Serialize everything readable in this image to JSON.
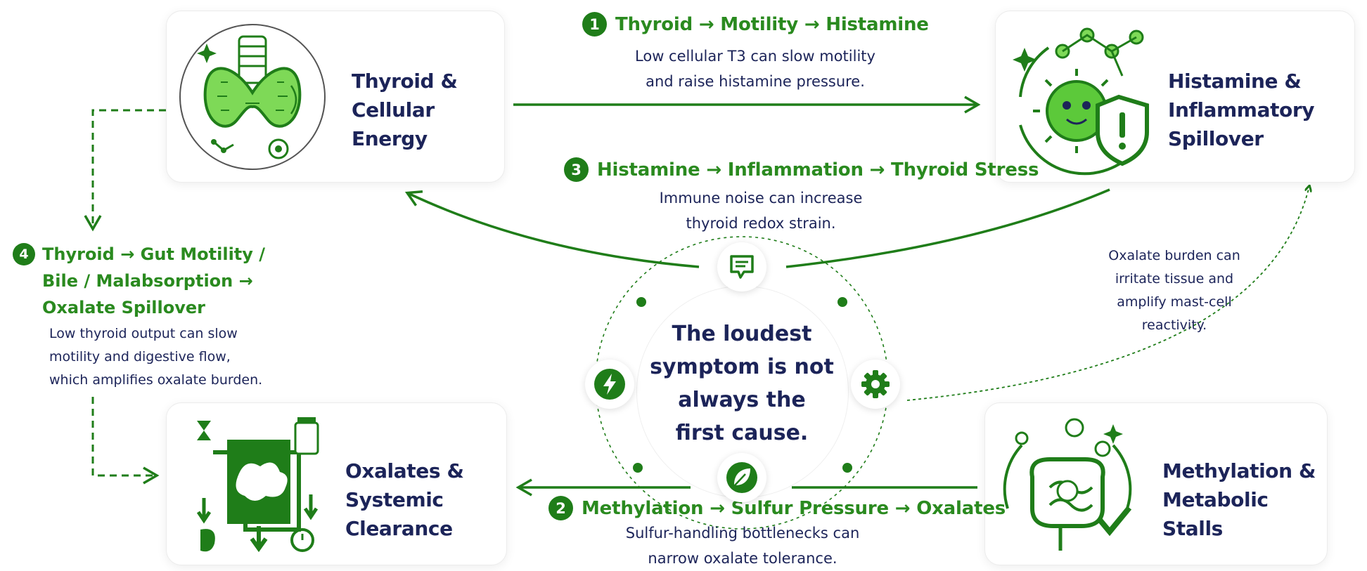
{
  "colors": {
    "green": "#1f7d19",
    "green_light": "#7ed957",
    "navy": "#1c2459"
  },
  "nodes": {
    "thyroid": {
      "title": "Thyroid &\nCellular Energy",
      "icon": "thyroid-gland-icon"
    },
    "histamine": {
      "title": "Histamine &\nInflammatory Spillover",
      "icon": "microbe-shield-icon"
    },
    "oxalates": {
      "title": "Oxalates &\nSystemic Clearance",
      "icon": "digestion-enzymes-icon"
    },
    "methylation": {
      "title": "Methylation &\nMetabolic Stalls",
      "icon": "intestine-molecules-icon"
    }
  },
  "edges": {
    "e1": {
      "num": "1",
      "title": "Thyroid → Motility → Histamine",
      "desc": "Low cellular T3 can slow motility\nand raise histamine pressure."
    },
    "e2": {
      "num": "2",
      "title": "Methylation → Sulfur Pressure → Oxalates",
      "desc": "Sulfur-handling bottlenecks can\nnarrow oxalate tolerance."
    },
    "e3": {
      "num": "3",
      "title": "Histamine → Inflammation → Thyroid Stress",
      "desc": "Immune noise can increase\nthyroid redox strain."
    },
    "e4": {
      "num": "4",
      "title": "Thyroid → Gut Motility /\nBile / Malabsorption →\nOxalate Spillover",
      "desc": "Low thyroid output can slow\nmotility and digestive flow,\nwhich amplifies oxalate burden."
    }
  },
  "side_note": "Oxalate burden can\nirritate tissue and\namplify mast-cell\nreactivity.",
  "center": {
    "text": "The loudest\nsymptom is not\nalways the\nfirst cause.",
    "badges": [
      "message-icon",
      "lightning-icon",
      "gear-icon",
      "leaf-icon"
    ]
  }
}
